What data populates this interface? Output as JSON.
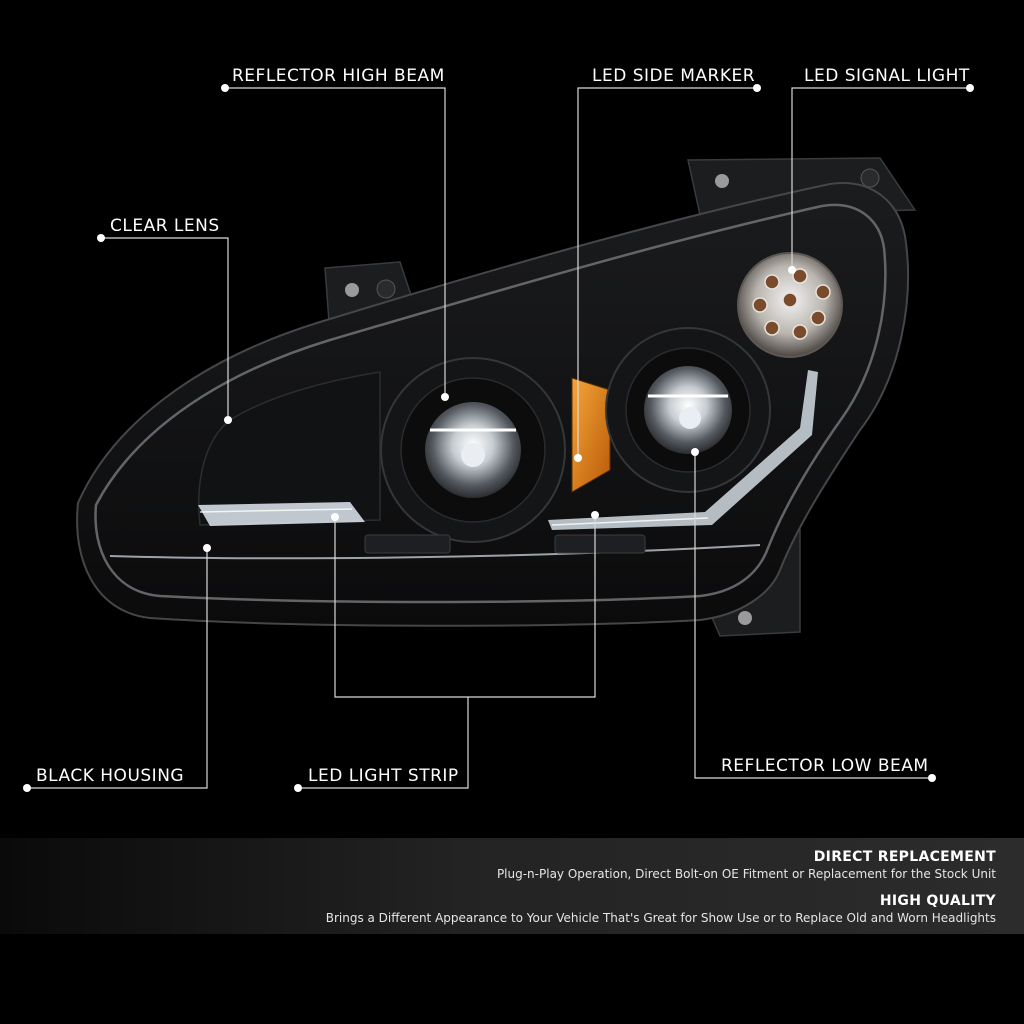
{
  "callouts": {
    "reflector_high_beam": "REFLECTOR HIGH BEAM",
    "led_side_marker": "LED SIDE MARKER",
    "led_signal_light": "LED SIGNAL LIGHT",
    "clear_lens": "CLEAR LENS",
    "black_housing": "BLACK HOUSING",
    "led_light_strip": "LED LIGHT STRIP",
    "reflector_low_beam": "REFLECTOR LOW BEAM"
  },
  "features": [
    {
      "title": "DIRECT REPLACEMENT",
      "description": "Plug-n-Play Operation, Direct Bolt-on OE Fitment or Replacement for the Stock Unit"
    },
    {
      "title": "HIGH QUALITY",
      "description": "Brings a Different Appearance to Your Vehicle That's Great for Show Use or to Replace Old and Worn Headlights"
    }
  ],
  "colors": {
    "background": "#000000",
    "callout_line": "#d9d9d9",
    "amber_marker": "#e07a10",
    "led_strip": "#dfe8f0"
  }
}
